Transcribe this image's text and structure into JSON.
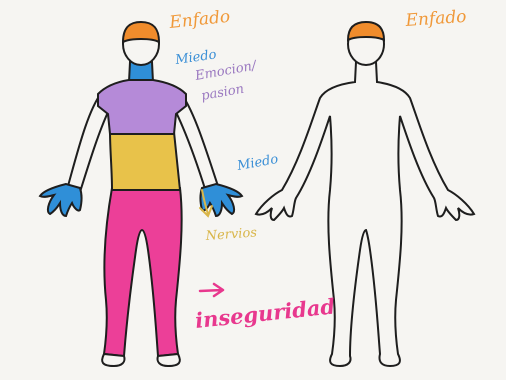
{
  "labels": {
    "left_head": "Enfado",
    "left_neck": "Miedo",
    "left_chest_1": "Emocion/",
    "left_chest_2": "pasion",
    "left_hands": "Miedo",
    "left_stomach": "Nervios",
    "left_legs": "inseguridad",
    "right_head": "Enfado"
  },
  "colors": {
    "paper": "#f6f5f2",
    "outline": "#1e1e1e",
    "head": "#f08c2c",
    "neck_hands": "#2f8fd8",
    "chest": "#b58ad8",
    "stomach": "#e8c24a",
    "legs": "#ec3f98",
    "orange_text": "#f0993a",
    "blue_text": "#3a8fd6",
    "purple_text": "#9a78c0",
    "yellow_text": "#d9b64a",
    "pink_text": "#e8388e"
  },
  "icons": {
    "stomach_arrow": "arrow-down-left-icon",
    "legs_arrow": "arrow-right-icon"
  }
}
